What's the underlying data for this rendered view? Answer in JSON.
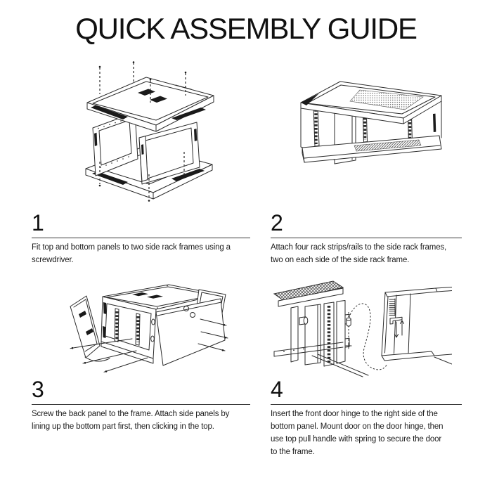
{
  "title": "QUICK ASSEMBLY GUIDE",
  "colors": {
    "ink": "#1c1c1c",
    "line_art": "#2b2b2b",
    "solid_fill": "#1a1a1a",
    "background": "#ffffff"
  },
  "steps": [
    {
      "number": "1",
      "lines": [
        "Fit top and bottom panels to two side rack frames using a",
        "screwdriver."
      ]
    },
    {
      "number": "2",
      "lines": [
        "Attach four rack strips/rails to the side rack frames,",
        "two on each side of the side rack frame."
      ]
    },
    {
      "number": "3",
      "lines": [
        "Screw the back panel to the frame. Attach side panels by",
        "lining up the bottom part first, then clicking in the top."
      ]
    },
    {
      "number": "4",
      "lines": [
        "Insert the front door hinge to the right side of the",
        "bottom panel. Mount door on the door hinge, then",
        "use top pull handle with spring to secure the door",
        "to the frame."
      ]
    }
  ],
  "illustrations": [
    {
      "name": "exploded-cabinet-illustration"
    },
    {
      "name": "assembled-frame-with-rack-strips-illustration"
    },
    {
      "name": "back-and-side-panels-screws-illustration"
    },
    {
      "name": "door-hinge-and-spring-handle-illustration"
    }
  ]
}
